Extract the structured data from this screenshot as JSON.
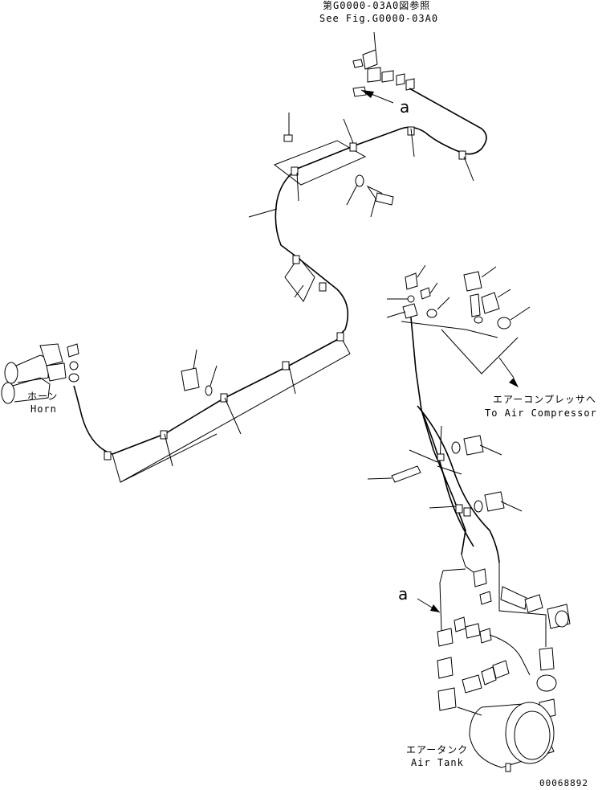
{
  "references": {
    "top_ref_jp": "第G0000-03A0図参照",
    "top_ref_en": "See Fig.G0000-03A0"
  },
  "labels": {
    "horn_jp": "ホーン",
    "horn_en": "Horn",
    "compressor_jp": "エアーコンプレッサへ",
    "compressor_en": "To Air Compressor",
    "tank_jp": "エアータンク",
    "tank_en": "Air Tank",
    "marker_top": "a",
    "marker_bottom": "a"
  },
  "drawing_number": "00068892"
}
